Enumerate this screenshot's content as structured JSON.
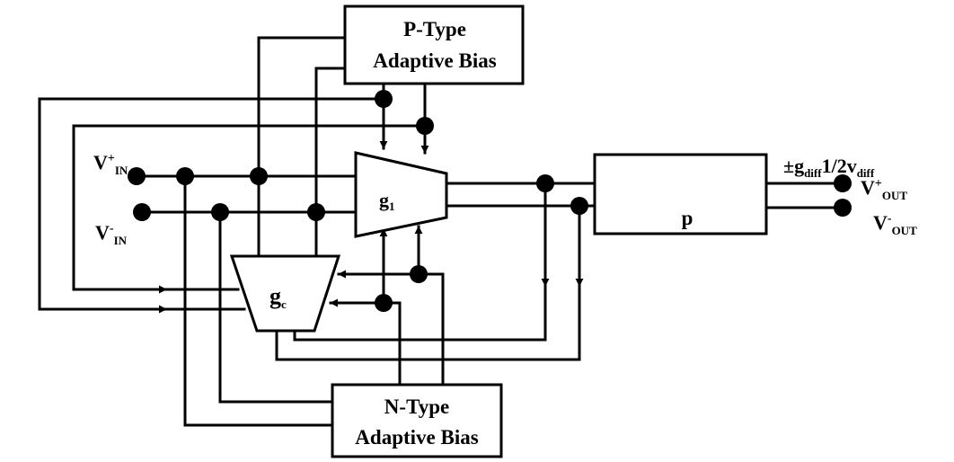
{
  "blocks": {
    "ptype": {
      "line1": "P-Type",
      "line2": "Adaptive Bias"
    },
    "ntype": {
      "line1": "N-Type",
      "line2": "Adaptive Bias"
    },
    "p": {
      "label": "p"
    }
  },
  "amplifiers": {
    "g1": {
      "main": "g",
      "sub": "1"
    },
    "gc": {
      "main": "g",
      "sub": "c"
    }
  },
  "inputs": {
    "vin_plus": {
      "main": "V",
      "sup": "+",
      "sub": "IN"
    },
    "vin_minus": {
      "main": "V",
      "sup": "-",
      "sub": "IN"
    }
  },
  "outputs": {
    "diff_label": {
      "pm": "±g",
      "sub1": "diff",
      "mid": "1/2v",
      "sub2": "diff"
    },
    "vout_plus": {
      "main": "V",
      "sup": "+",
      "sub": "OUT"
    },
    "vout_minus": {
      "main": "V",
      "sup": "-",
      "sub": "OUT"
    }
  }
}
